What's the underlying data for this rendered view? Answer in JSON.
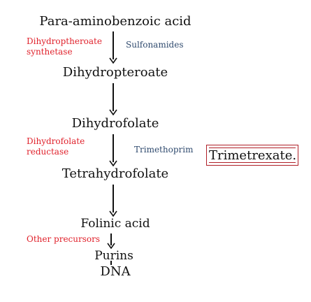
{
  "colors": {
    "enzyme": "#e0212b",
    "drug": "#2f4a6e",
    "box": "#b02028",
    "text": "#111111"
  },
  "pathway": {
    "para_aminobenzoic_acid": "Para-aminobenzoic acid",
    "dihydropteroate": "Dihydropteroate",
    "dihydrofolate": "Dihydrofolate",
    "tetrahydrofolate": "Tetrahydrofolate",
    "folinic_acid": "Folinic acid",
    "purins": "Purins",
    "dna": "DNA"
  },
  "enzymes": {
    "dihydropteroate_synthetase_line1": "Dihydroptheroate",
    "dihydropteroate_synthetase_line2": "synthetase",
    "dihydrofolate_reductase_line1": "Dihydrofolate",
    "dihydrofolate_reductase_line2": "reductase",
    "other_precursors": "Other precursors"
  },
  "inhibitors": {
    "sulfonamides": "Sulfonamides",
    "trimethoprim": "Trimethoprim"
  },
  "callout": {
    "text": "Trimetrexate."
  }
}
